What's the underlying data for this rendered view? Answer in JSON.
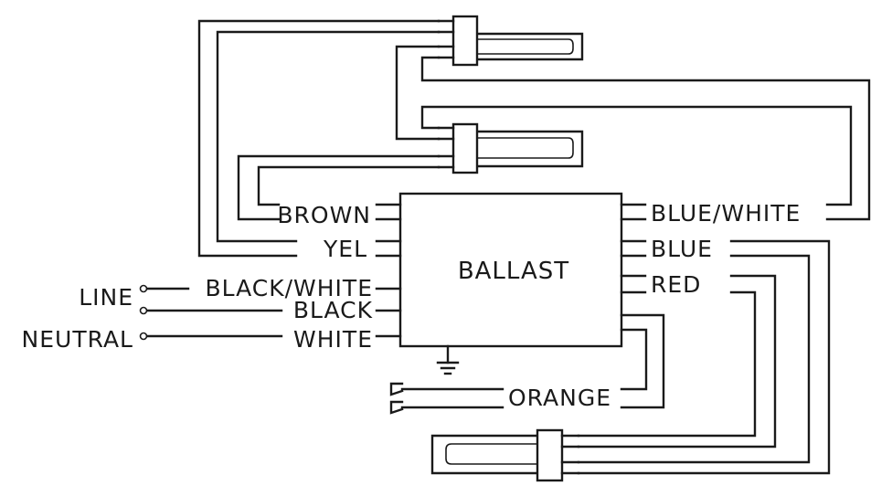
{
  "ballast": {
    "label": "BALLAST"
  },
  "left_wires": {
    "brown": "BROWN",
    "yel": "YEL",
    "black_white": "BLACK/WHITE",
    "black": "BLACK",
    "white": "WHITE"
  },
  "right_wires": {
    "blue_white": "BLUE/WHITE",
    "blue": "BLUE",
    "red": "RED"
  },
  "bottom_wires": {
    "orange": "ORANGE"
  },
  "supply": {
    "line": "LINE",
    "neutral": "NEUTRAL"
  },
  "colors": {
    "line": "#1a1a1a",
    "background": "#ffffff"
  },
  "icons": [
    "ground-icon",
    "lamp-icon",
    "terminal-icon",
    "plug-icon"
  ]
}
